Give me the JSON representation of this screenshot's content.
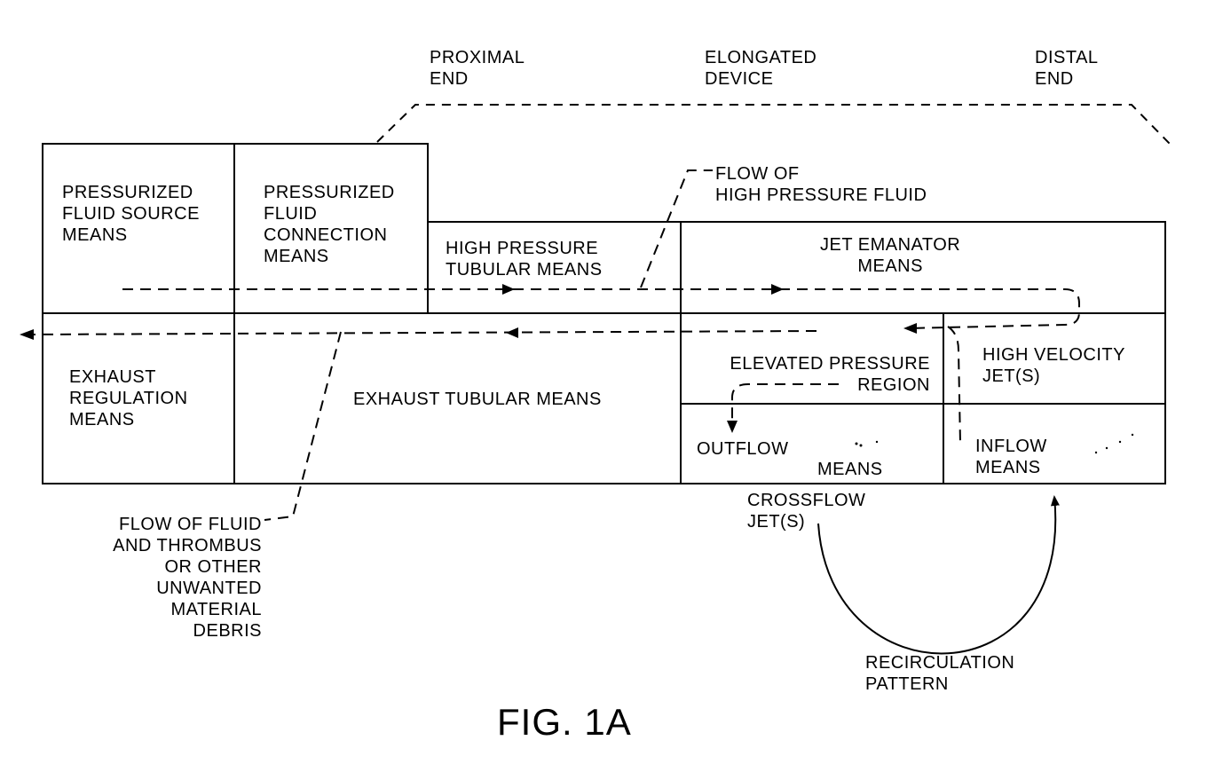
{
  "labels": {
    "proximal_end": "PROXIMAL\nEND",
    "elongated_device": "ELONGATED\nDEVICE",
    "distal_end": "DISTAL\nEND",
    "flow_high_pressure": "FLOW OF\nHIGH PRESSURE FLUID",
    "pressurized_fluid_source": "PRESSURIZED\nFLUID SOURCE\nMEANS",
    "pressurized_fluid_connection": "PRESSURIZED\nFLUID\nCONNECTION\nMEANS",
    "high_pressure_tubular": "HIGH PRESSURE\nTUBULAR  MEANS",
    "jet_emanator": "JET  EMANATOR\nMEANS",
    "exhaust_regulation": "EXHAUST\nREGULATION\nMEANS",
    "exhaust_tubular": "EXHAUST TUBULAR  MEANS",
    "elevated_pressure": "ELEVATED PRESSURE\nREGION",
    "high_velocity": "HIGH VELOCITY\nJET(S)",
    "outflow": "OUTFLOW",
    "outflow_means": "MEANS",
    "inflow": "INFLOW\nMEANS",
    "crossflow": "CROSSFLOW\nJET(S)",
    "flow_fluid_thrombus": "FLOW OF FLUID\nAND THROMBUS\nOR OTHER\nUNWANTED\nMATERIAL\nDEBRIS",
    "recirculation": "RECIRCULATION\nPATTERN",
    "figure": "FIG. 1A"
  }
}
